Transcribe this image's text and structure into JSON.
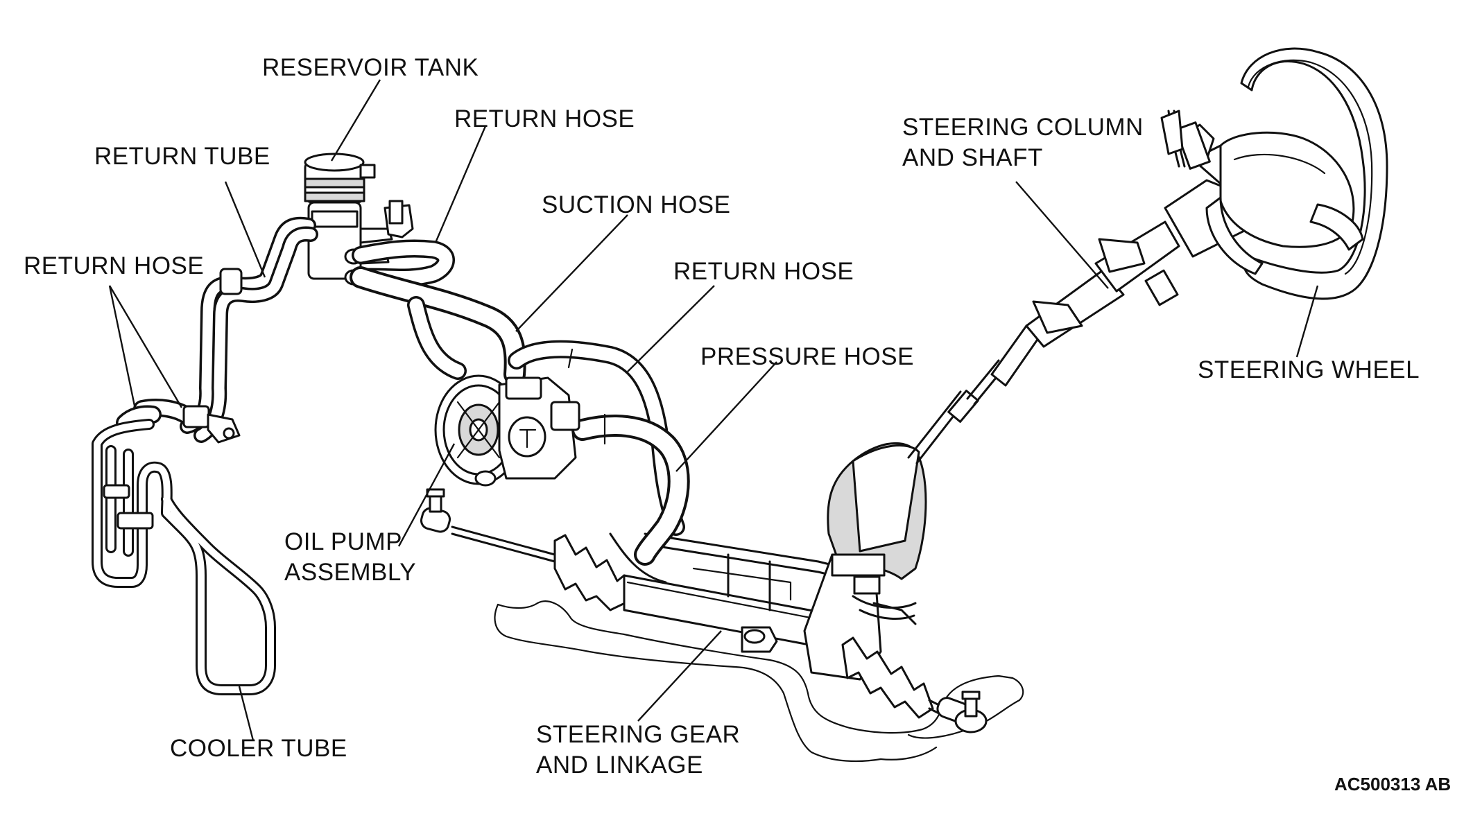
{
  "labels": {
    "reservoir_tank": "RESERVOIR TANK",
    "return_tube": "RETURN TUBE",
    "return_hose_top": "RETURN HOSE",
    "suction_hose": "SUCTION HOSE",
    "return_hose_left": "RETURN HOSE",
    "return_hose_right": "RETURN HOSE",
    "pressure_hose": "PRESSURE HOSE",
    "steering_column_line1": "STEERING COLUMN",
    "steering_column_line2": "AND SHAFT",
    "steering_wheel": "STEERING WHEEL",
    "oil_pump_line1": "OIL PUMP",
    "oil_pump_line2": "ASSEMBLY",
    "cooler_tube": "COOLER TUBE",
    "steering_gear_line1": "STEERING GEAR",
    "steering_gear_line2": "AND LINKAGE"
  },
  "figure_code": "AC500313 AB"
}
